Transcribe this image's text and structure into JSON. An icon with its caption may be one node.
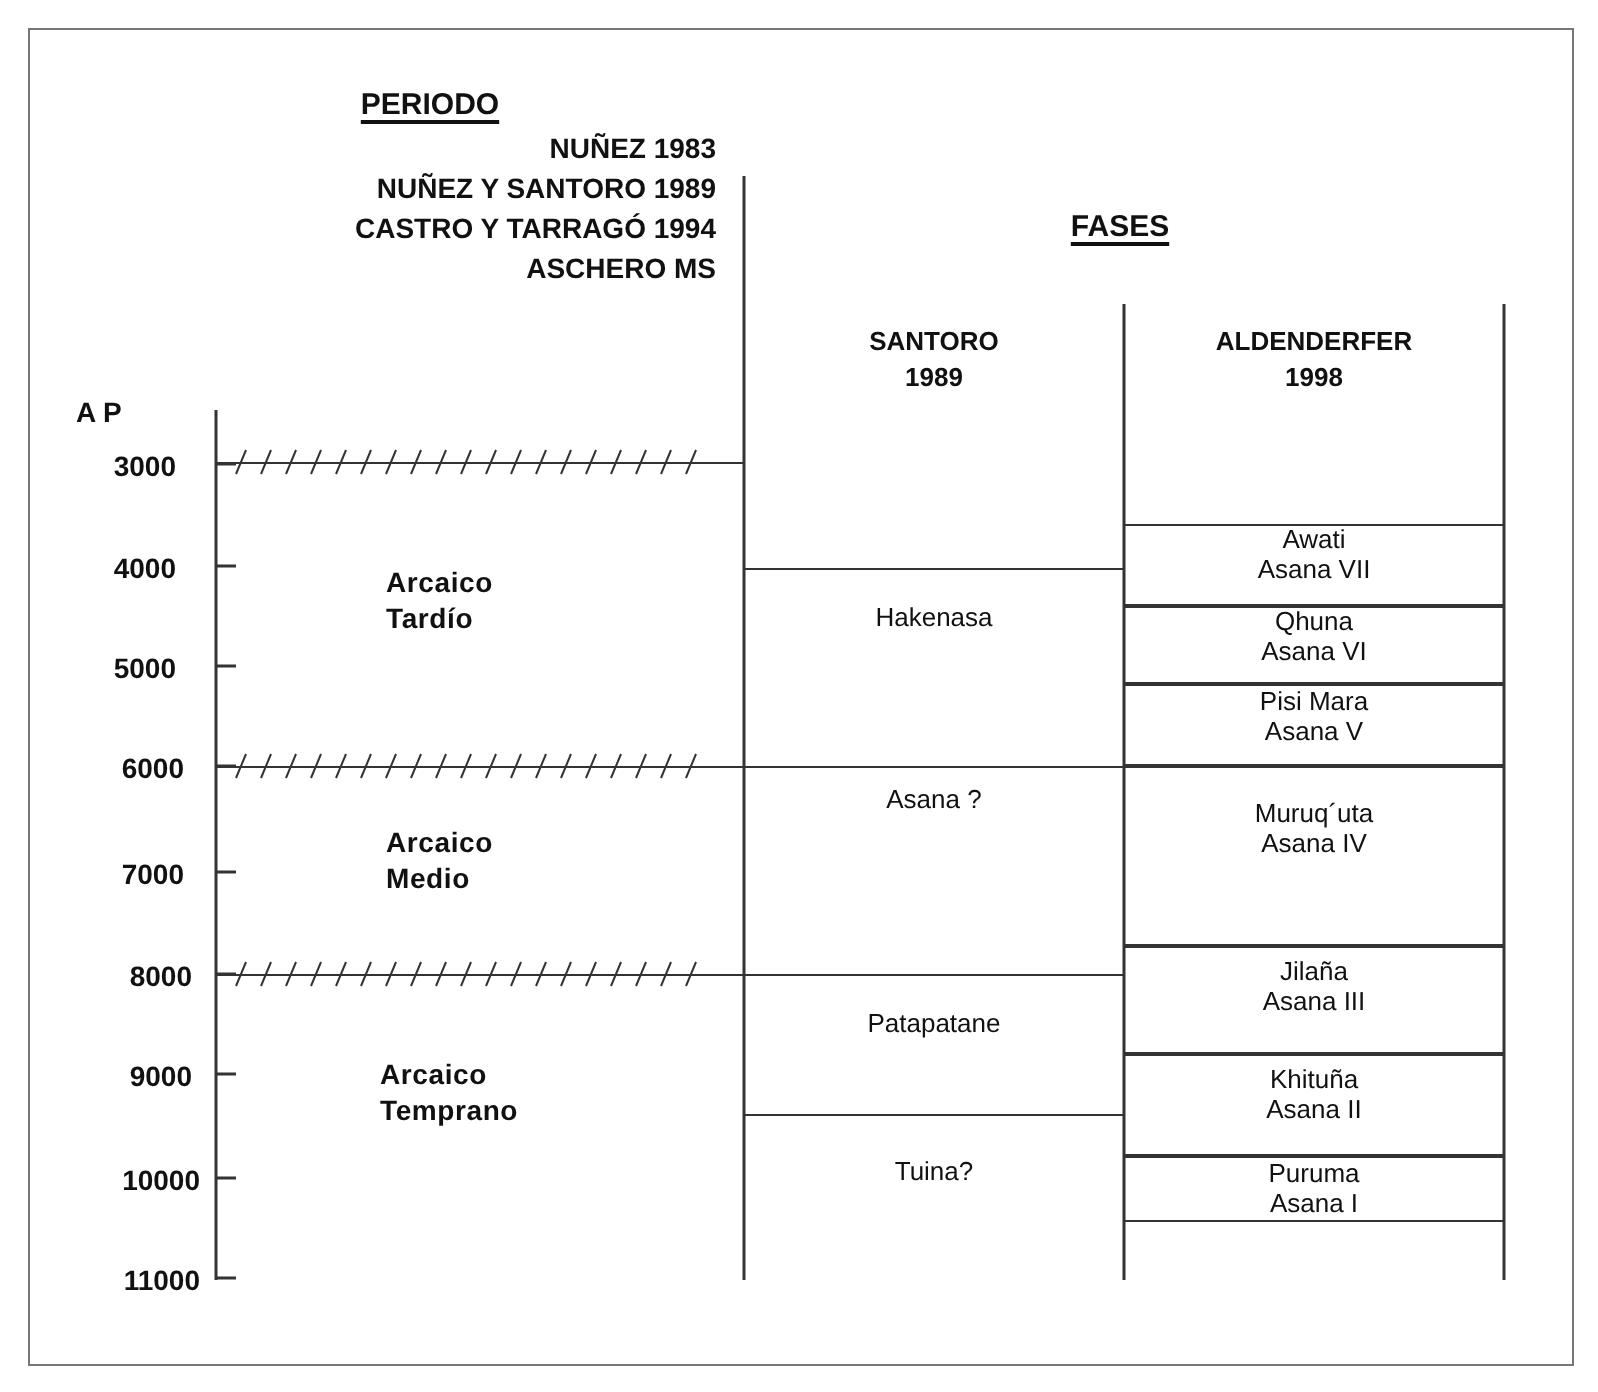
{
  "diagram": {
    "nodes": [
      {
        "text": [
          "Arcaico Tardío"
        ]
      },
      {
        "text": [
          "Arcaico Medio"
        ]
      },
      {
        "text": [
          "Arcaico Temprano"
        ]
      },
      {
        "text": [
          "Hakenasa"
        ]
      },
      {
        "text": [
          "Asana ?"
        ]
      },
      {
        "text": [
          "Patapatane"
        ]
      },
      {
        "text": [
          "Tuina?"
        ]
      },
      {
        "text": [
          "Awati Asana VII"
        ]
      },
      {
        "text": [
          "Qhuna Asana VI"
        ]
      },
      {
        "text": [
          "Pisi Mara Asana V"
        ]
      },
      {
        "text": [
          "Muruq´uta Asana IV"
        ]
      },
      {
        "text": [
          "Jilaña Asana III"
        ]
      },
      {
        "text": [
          "Khituña Asana II"
        ]
      },
      {
        "text": [
          "Puruma Asana I"
        ]
      }
    ],
    "labels": [
      "PERIODO",
      "NUÑEZ 1983",
      "NUÑEZ Y SANTORO 1989",
      "CASTRO Y TARRAGÓ 1994",
      "ASCHERO MS",
      "FASES",
      "SANTORO 1989",
      "ALDENDERFER 1998",
      "A P",
      "3000",
      "4000",
      "5000",
      "6000",
      "7000",
      "8000",
      "9000",
      "10000",
      "11000"
    ]
  }
}
